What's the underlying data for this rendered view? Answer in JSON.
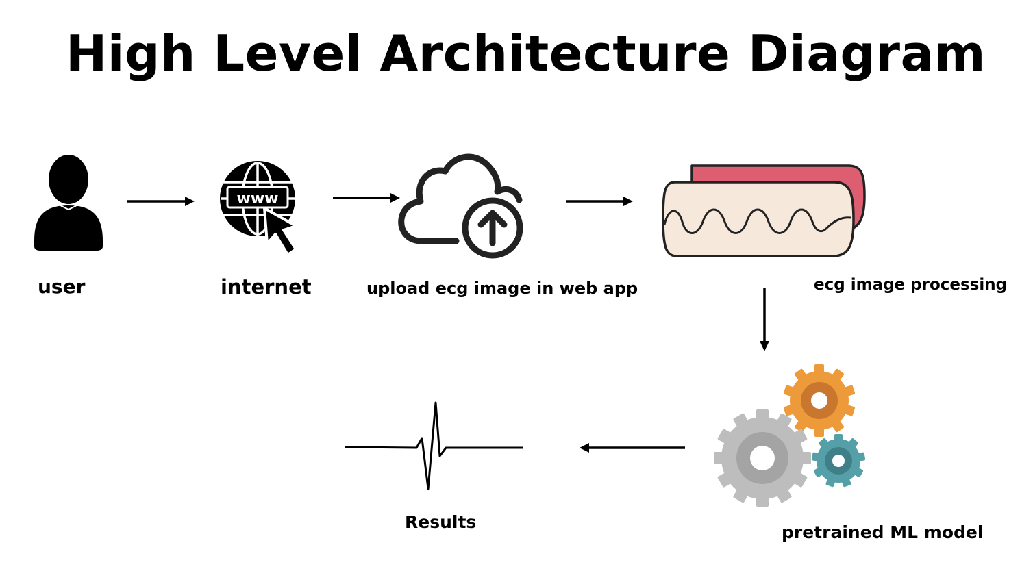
{
  "title": "High Level Architecture Diagram",
  "nodes": {
    "user": {
      "label": "user",
      "icon": "user-icon"
    },
    "internet": {
      "label": "internet",
      "icon": "globe-www-cursor-icon",
      "icon_text": "www"
    },
    "upload": {
      "label": "upload ecg image in web app",
      "icon": "cloud-upload-icon"
    },
    "processing": {
      "label": "ecg image processing",
      "icon": "ecg-strip-icon"
    },
    "model": {
      "label": "pretrained ML model",
      "icon": "gears-icon"
    },
    "results": {
      "label": "Results",
      "icon": "ecg-waveform-icon"
    }
  },
  "colors": {
    "ecg_strip_back": "#dd5e70",
    "ecg_strip_front": "#f7e8dc",
    "gear_orange": "#ec9a3a",
    "gear_orange_inner": "#c9772e",
    "gear_gray": "#bdbdbd",
    "gear_gray_inner": "#a4a4a4",
    "gear_teal": "#55a0a8",
    "gear_teal_inner": "#3f8088"
  }
}
